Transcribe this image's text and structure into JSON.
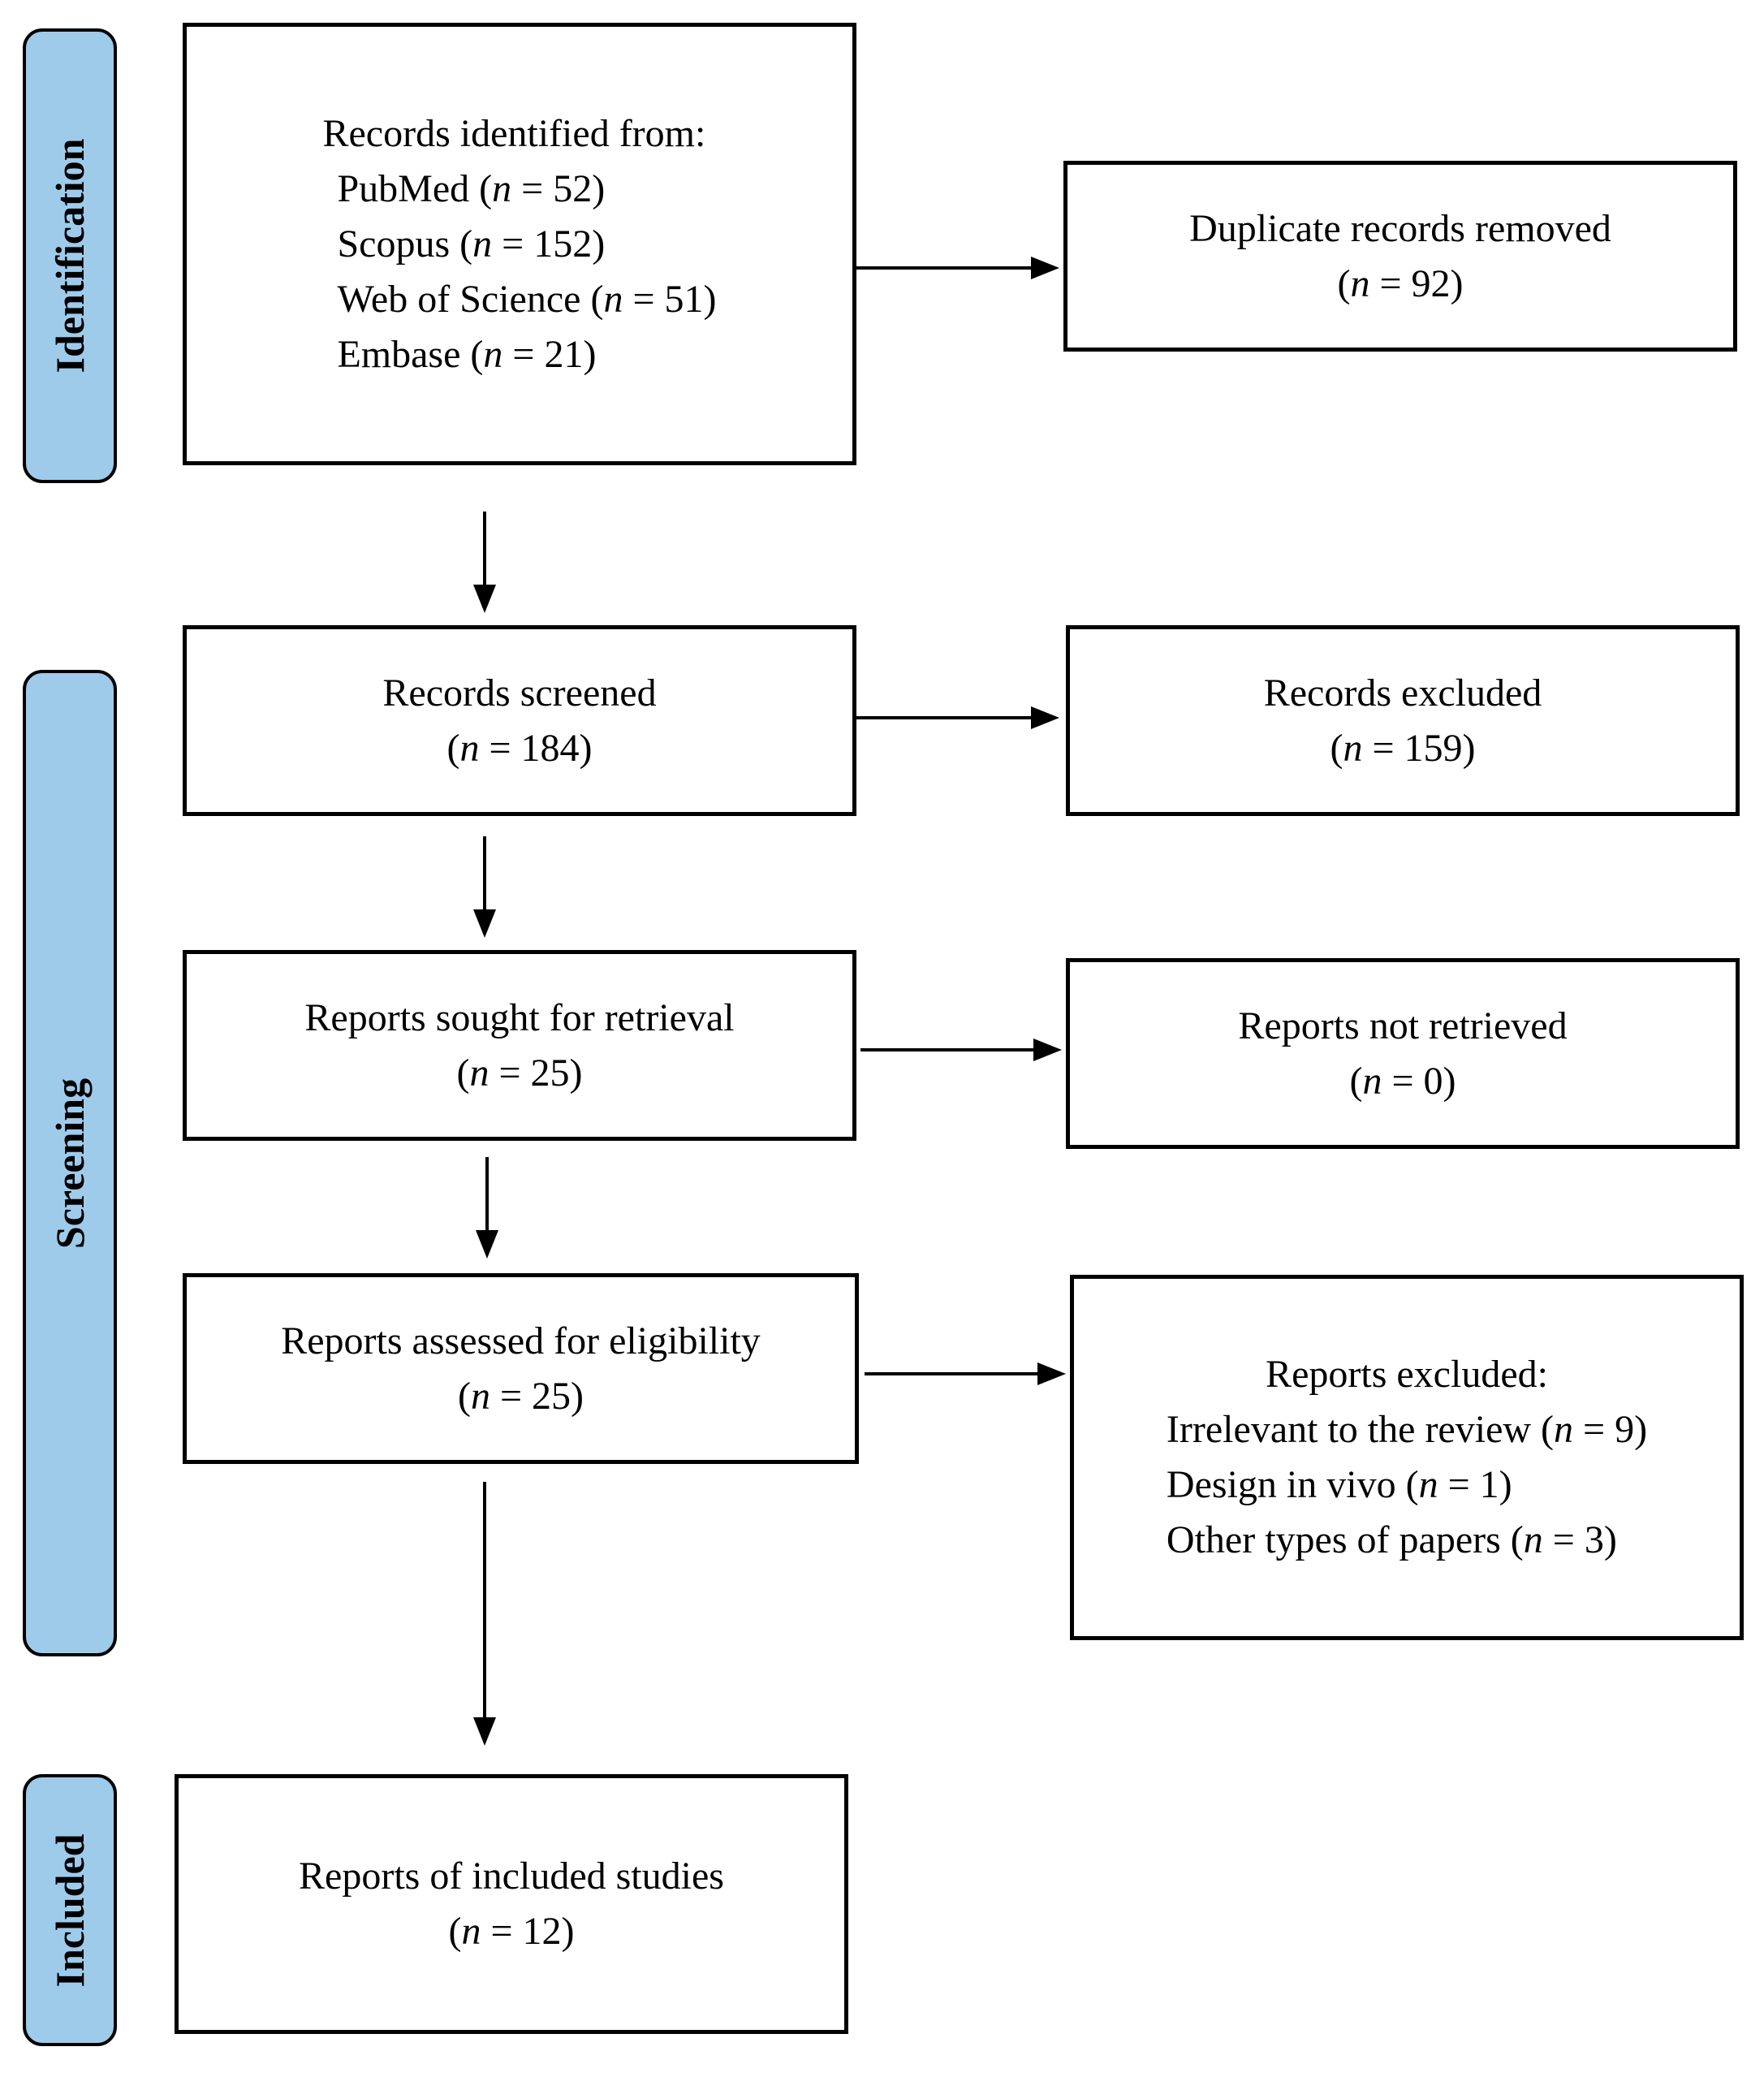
{
  "phases": {
    "identification": "Identification",
    "screening": "Screening",
    "included": "Included"
  },
  "identified": {
    "heading": "Records identified from:",
    "sources": [
      {
        "name": "PubMed",
        "n": "52"
      },
      {
        "name": "Scopus",
        "n": "152"
      },
      {
        "name": "Web of Science",
        "n": "51"
      },
      {
        "name": "Embase",
        "n": "21"
      }
    ]
  },
  "duplicates": {
    "label": "Duplicate records removed",
    "n": "92"
  },
  "screened": {
    "label": "Records screened",
    "n": "184"
  },
  "excluded": {
    "label": "Records excluded",
    "n": "159"
  },
  "sought": {
    "label": "Reports sought for retrieval",
    "n": "25"
  },
  "not_retrieved": {
    "label": "Reports not retrieved",
    "n": "0"
  },
  "assessed": {
    "label": "Reports assessed for eligibility",
    "n": "25"
  },
  "reports_excluded": {
    "heading": "Reports excluded:",
    "reasons": [
      {
        "name": "Irrelevant to the review",
        "n": "9"
      },
      {
        "name": "Design in vivo",
        "n": "1"
      },
      {
        "name": "Other types of papers",
        "n": "3"
      }
    ]
  },
  "included": {
    "label": "Reports of included studies",
    "n": "12"
  },
  "n_symbol": "n"
}
